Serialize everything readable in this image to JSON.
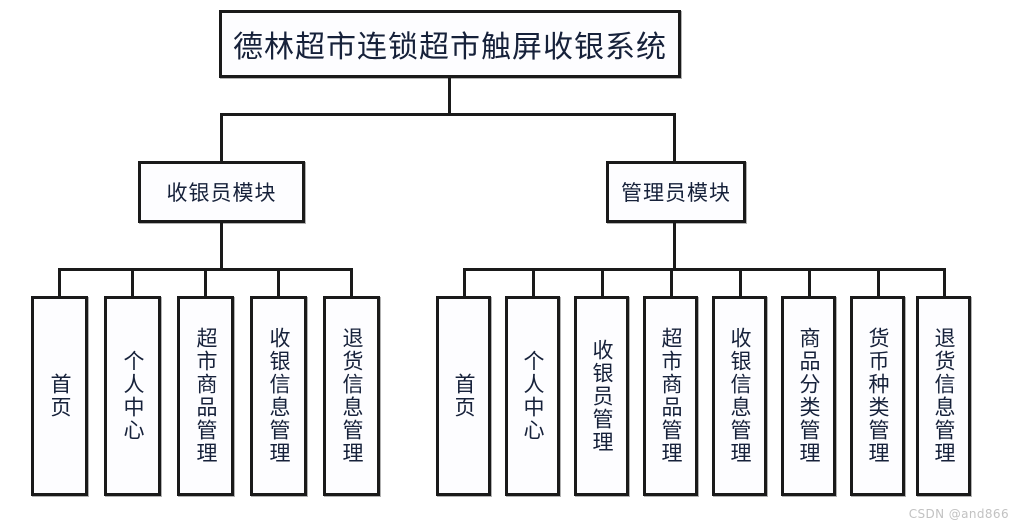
{
  "diagram": {
    "type": "tree",
    "root": {
      "label": "德林超市连锁超市触屏收银系统"
    },
    "modules": [
      {
        "label": "收银员模块"
      },
      {
        "label": "管理员模块"
      }
    ],
    "cashier_leaves": [
      {
        "label": "首页"
      },
      {
        "label": "个人中心"
      },
      {
        "label": "超市商品管理"
      },
      {
        "label": "收银信息管理"
      },
      {
        "label": "退货信息管理"
      }
    ],
    "admin_leaves": [
      {
        "label": "首页"
      },
      {
        "label": "个人中心"
      },
      {
        "label": "收银员管理"
      },
      {
        "label": "超市商品管理"
      },
      {
        "label": "收银信息管理"
      },
      {
        "label": "商品分类管理"
      },
      {
        "label": "货币种类管理"
      },
      {
        "label": "退货信息管理"
      }
    ]
  },
  "watermark": {
    "text": "CSDN @and866"
  },
  "colors": {
    "stroke": "#1a1a1a",
    "node_fill": "#fdfdff",
    "text": "#16213a",
    "background": "#ffffff",
    "watermark": "#c2c2c2"
  }
}
